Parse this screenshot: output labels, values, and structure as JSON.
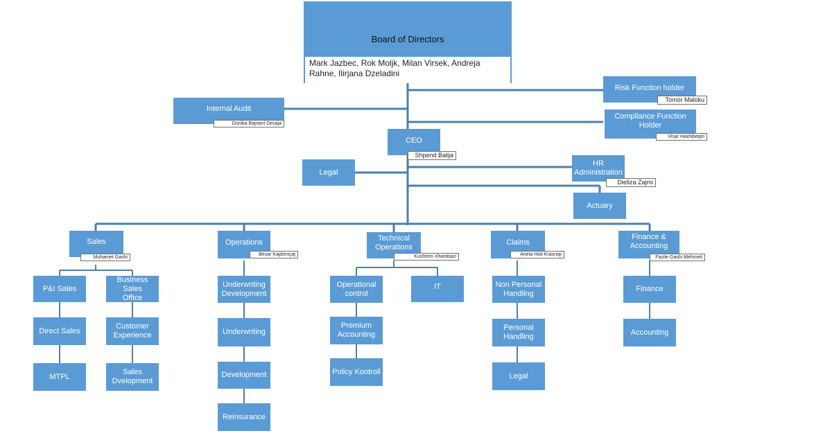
{
  "board": {
    "title": "Board of Directors",
    "members": "Mark Jazbec, Rok Moljk, Milan Virsek, Andreja Rahne,  Ilirjana Dzeladini"
  },
  "risk": {
    "title": "Risk Function holder",
    "person": "Tomor Maloku"
  },
  "compliance": {
    "title": "Compliance Function\nHolder",
    "person": "Visar Haxhibeqiri"
  },
  "internal_audit": {
    "title": "Internal Audit",
    "person": "Donika Bajrami Devaja"
  },
  "ceo": {
    "title": "CEO",
    "person": "Shpend Balija"
  },
  "legal_top": {
    "title": "Legal"
  },
  "hr": {
    "title": "HR\nAdministration",
    "person": "Dieliza Zajmi"
  },
  "actuary": {
    "title": "Actuary"
  },
  "sales": {
    "title": "Sales",
    "person": "Muhamet Gashi",
    "col1": [
      "P&I Sales",
      "Direct Sales",
      "MTPL"
    ],
    "col2": [
      "Business Sales\nOffice",
      "Customer\nExperience",
      "Sales\nDvelopment"
    ]
  },
  "operations": {
    "title": "Operations",
    "person": "Besar Kajdomçaj",
    "items": [
      "Underwriting\nDevelopment",
      "Underwriting",
      "Development",
      "Reinsurance"
    ]
  },
  "technical": {
    "title": "Technical\nOperations",
    "person": "Kushtrim Xhambazi",
    "col1": [
      "Operational\ncontrol",
      "Premium\nAccounting",
      "Policy Kontroll"
    ],
    "it": "IT"
  },
  "claims": {
    "title": "Claims",
    "person": "Arieta Hoti Krasniqi",
    "items": [
      "Non Personal\nHandling",
      "Personal\nHandling",
      "Legal"
    ]
  },
  "finance": {
    "title": "Finance &\nAccounting",
    "person": "Fazile Gashi  Mehmeti",
    "items": [
      "Finance",
      "Accounting"
    ]
  },
  "colors": {
    "box": "#5b9bd5",
    "line": "#3e6f9a"
  }
}
